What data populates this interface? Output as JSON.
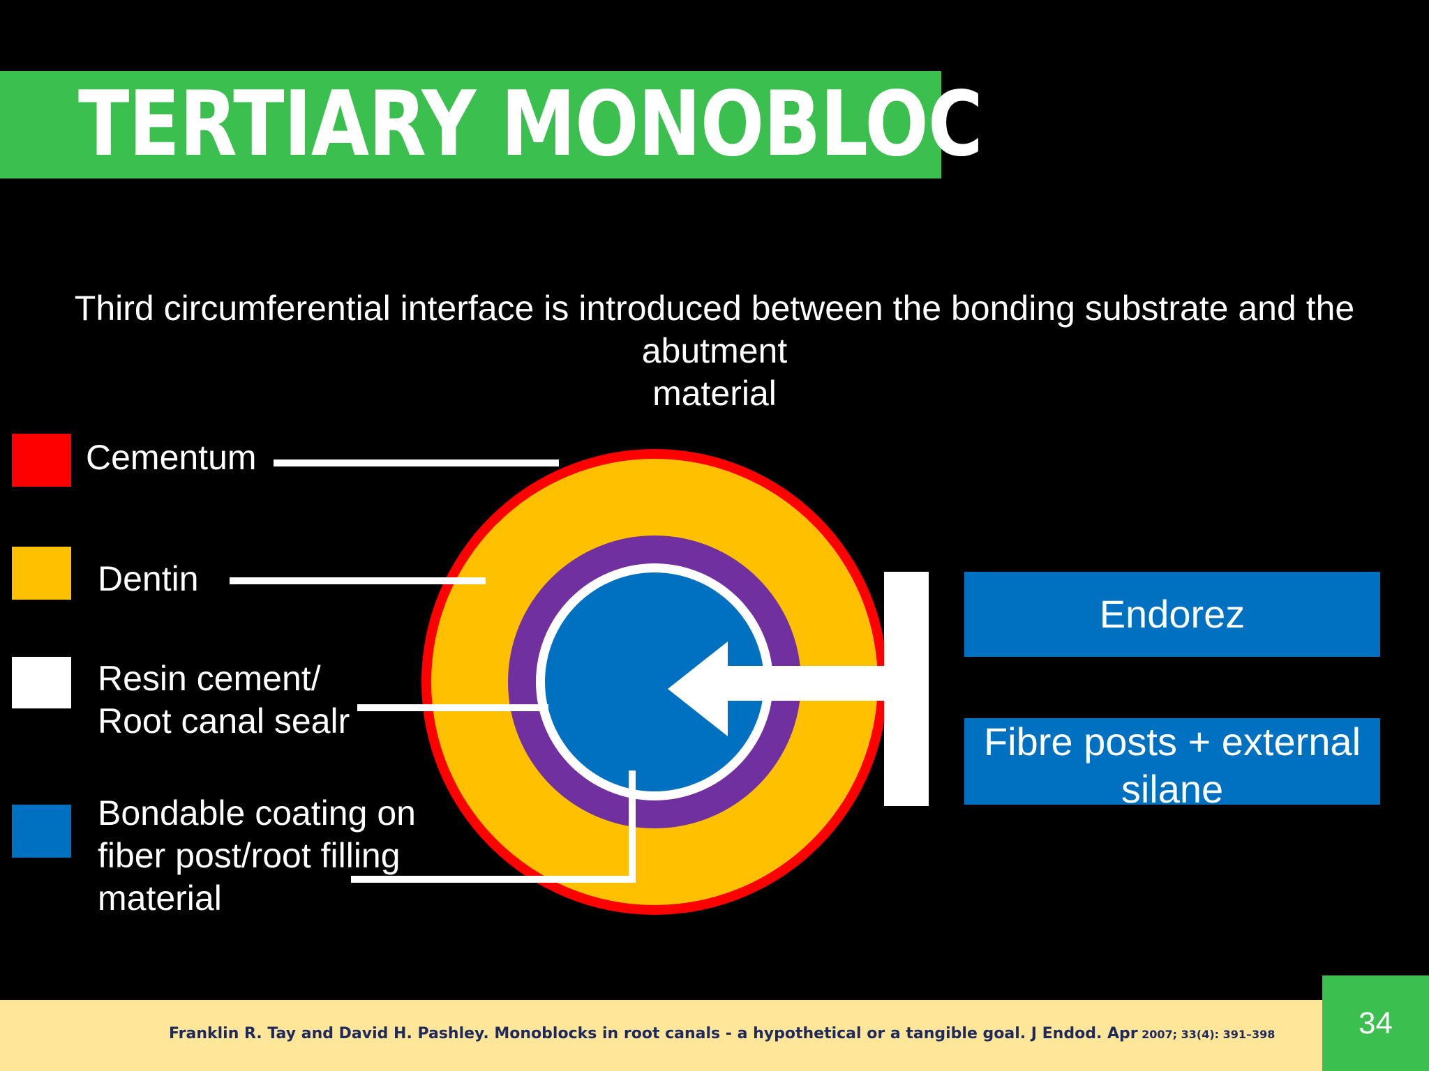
{
  "slide": {
    "title": "TERTIARY MONOBLOC",
    "subtitle_lines": [
      "Third circumferential interface is introduced between the bonding substrate and the",
      "abutment",
      "material"
    ],
    "page_number": "34"
  },
  "legend": {
    "cementum": {
      "label": "Cementum",
      "color": "#FF0000"
    },
    "dentin": {
      "label": "Dentin",
      "color": "#FFC000"
    },
    "resin": {
      "lines": [
        "Resin cement/",
        "Root canal sealr"
      ],
      "color": "#FFFFFF"
    },
    "bondable": {
      "lines": [
        "Bondable coating on",
        "fiber post/root filling",
        "material"
      ],
      "color": "#0070C0"
    }
  },
  "info_boxes": {
    "endorez": {
      "label": "Endorez"
    },
    "fibre": {
      "lines": [
        "Fibre posts + external",
        "silane"
      ]
    }
  },
  "footer": {
    "citation_main": "Franklin R. Tay and David H. Pashley. Monoblocks in root canals - a hypothetical or a tangible goal. J Endod. Apr",
    "citation_tail": " 2007; 33(4): 391–398"
  },
  "colors": {
    "title_bar": "#3BC04F",
    "purple_ring": "#7030A0",
    "footer_band": "#FFE699"
  }
}
